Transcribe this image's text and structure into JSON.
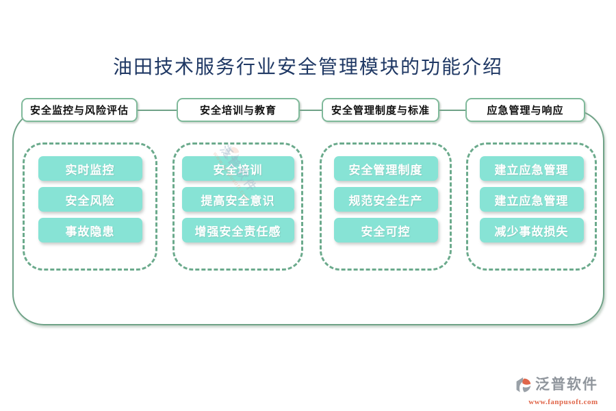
{
  "title": "油田技术服务行业安全管理模块的功能介绍",
  "columns": [
    {
      "header": "安全监控与风险评估",
      "items": [
        "实时监控",
        "安全风险",
        "事故隐患"
      ]
    },
    {
      "header": "安全培训与教育",
      "items": [
        "安全培训",
        "提高安全意识",
        "增强安全责任感"
      ]
    },
    {
      "header": "安全管理制度与标准",
      "items": [
        "安全管理制度",
        "规范安全生产",
        "安全可控"
      ]
    },
    {
      "header": "应急管理与响应",
      "items": [
        "建立应急管理",
        "建立应急管理",
        "减少事故损失"
      ]
    }
  ],
  "watermark": {
    "text": "泛普软件",
    "url": "www.fanpusoft.com"
  },
  "brand": {
    "name": "泛普软件",
    "url": "www.fanpusoft.com"
  },
  "colors": {
    "title_text": "#1F3864",
    "button_bg": "#87E3D5",
    "frame_border": "#6FA287",
    "group_dashed_border": "#6BAA8C",
    "header_border": "#7FB99A",
    "brand_gray": "#8F959C",
    "brand_orange": "#E0664A"
  }
}
